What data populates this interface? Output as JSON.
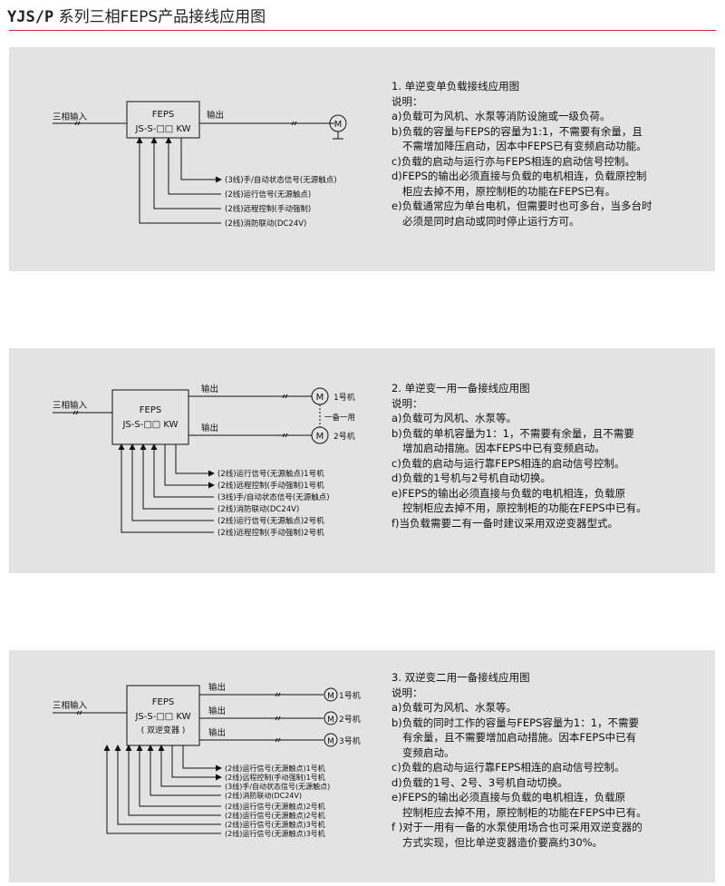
{
  "header": {
    "prefix": "YJS/P",
    "title": "系列三相FEPS产品接线应用图"
  },
  "common": {
    "input": "三相输入",
    "output": "输出",
    "feps": "FEPS",
    "model": "JS-S-□□ KW",
    "motor": "M",
    "m1": "1号机",
    "m2": "2号机",
    "m3": "3号机"
  },
  "p1": {
    "signals": [
      "(3线)手/自动状态信号(无源触点)",
      "(2线)运行信号(无源触点)",
      "(2线)远程控制(手动强制)",
      "(2线)消防联动(DC24V)"
    ],
    "notes": [
      "1. 单逆变单负载接线应用图",
      "说明：",
      "a)负载可为风机、水泵等消防设施或一级负荷。",
      "b)负载的容量与FEPS的容量为1:1，不需要有余量，且",
      "不需增加降压启动，因本中FEPS已有变频启动功能。",
      "c)负载的启动与运行亦与FEPS相连的启动信号控制。",
      "d)FEPS的输出必须直接与负载的电机相连，负载原控制",
      "柜应去掉不用，原控制柜的功能在FEPS已有。",
      "e)负载通常应为单台电机，但需要时也可多台，当多台时",
      "必须是同时启动或同时停止运行方可。"
    ]
  },
  "p2": {
    "interlock": "一备一用",
    "signals": [
      "(2线)运行信号(无源触点)1号机",
      "(2线)远程控制(手动强制)1号机",
      "(3线)手/自动状态信号(无源触点)",
      "(2线)消防联动(DC24V)",
      "(2线)运行信号(无源触点)2号机",
      "(2线)远程控制(手动强制)2号机"
    ],
    "notes": [
      "2. 单逆变一用一备接线应用图",
      "说明：",
      "a)负载可为风机、水泵等。",
      "b)负载的单机容量为1：1，不需要有余量，且不需要",
      "增加启动措施。因本FEPS中已有变频启动。",
      "c)负载的启动与运行靠FEPS相连的启动信号控制。",
      "d)负载的1号机与2号机自动切换。",
      "e)FEPS的输出必须直接与负载的电机相连，负载原",
      "控制柜应去掉不用，原控制柜的功能在FEPS中已有。",
      "f)当负载需要二有一备时建议采用双逆变器型式。"
    ]
  },
  "p3": {
    "inverter": "( 双逆变器 )",
    "signals": [
      "(2线)运行信号(无源触点)1号机",
      "(2线)远程控制(手动强制)1号机",
      "(3线)手/自动状态信号(无源触点)",
      "(2线)消防联动(DC24V)",
      "(2线)运行信号(无源触点)2号机",
      "(2线)运行信号(无源触点)2号机",
      "(2线)运行信号(无源触点)3号机",
      "(2线)运行信号(无源触点)3号机"
    ],
    "notes": [
      "3. 双逆变二用一备接线应用图",
      "说明：",
      "a)负载可为风机、水泵等。",
      "b)负载的同时工作的容量与FEPS容量为1：1，不需要",
      "有余量，且不需要增加启动措施。因本FEPS中已有",
      "变频启动。",
      "c)负载的启动与运行靠FEPS相连的启动信号控制。",
      "d)负载的1号、2号、3号机自动切换。",
      "e)FEPS的输出必须直接与负载的电机相连，负载原",
      "控制柜应去掉不用，原控制柜的功能在FEPS中已有。",
      "f )对于一用有一备的水泵使用场合也可采用双逆变器的",
      "方式实现，但比单逆变器造价要高约30%。"
    ]
  }
}
